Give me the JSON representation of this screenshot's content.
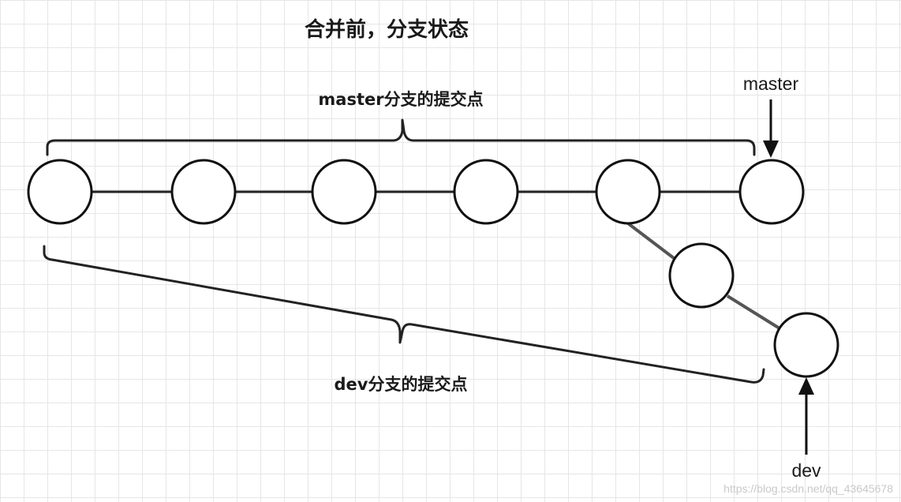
{
  "title": "合并前，分支状态",
  "master_bracket_label": "master分支的提交点",
  "dev_bracket_label": "dev分支的提交点",
  "master_pointer_label": "master",
  "dev_pointer_label": "dev",
  "watermark": "https://blog.csdn.net/qq_43645678",
  "master_commit_count": 6,
  "dev_commit_count": 2
}
